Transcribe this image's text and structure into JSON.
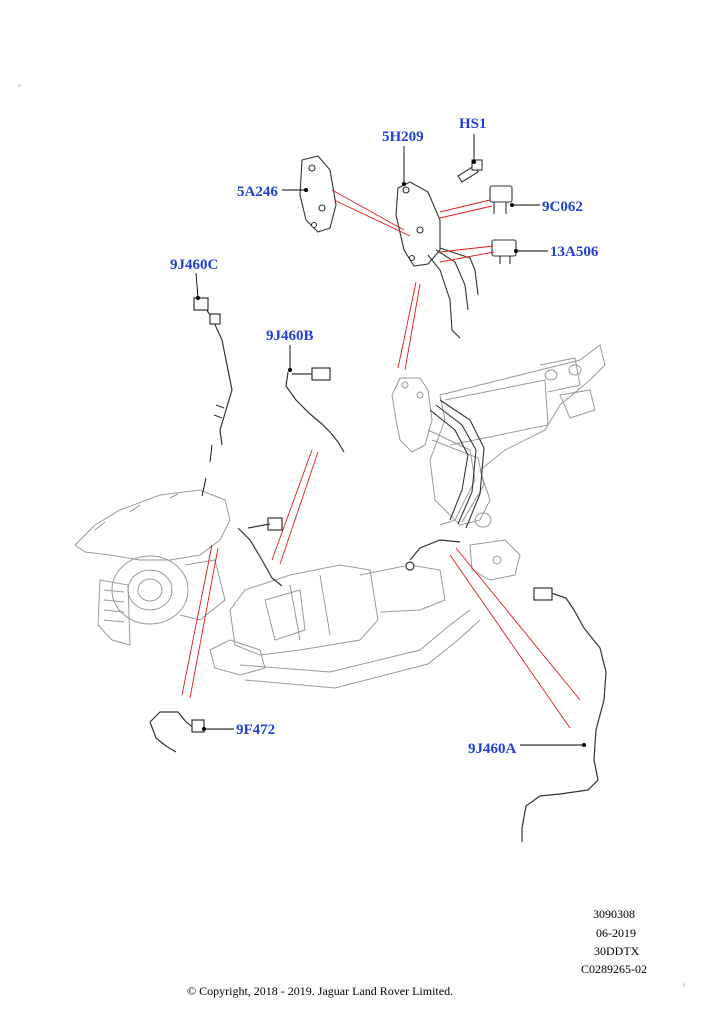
{
  "callouts": {
    "hs1": "HS1",
    "c5h209": "5H209",
    "c5a246": "5A246",
    "c9c062": "9C062",
    "c13a506": "13A506",
    "c9j460c": "9J460C",
    "c9j460b": "9J460B",
    "c9f472": "9F472",
    "c9j460a": "9J460A"
  },
  "meta": {
    "ref1": "3090308",
    "ref2": "06-2019",
    "ref3": "30DDTX",
    "ref4": "C0289265-02"
  },
  "copyright": "© Copyright, 2018 - 2019. Jaguar Land Rover Limited.",
  "colors": {
    "callout": "#1f3fd6",
    "leader_red": "#e11b1b",
    "leader_black": "#000000",
    "outline": "#8a8a8a"
  }
}
